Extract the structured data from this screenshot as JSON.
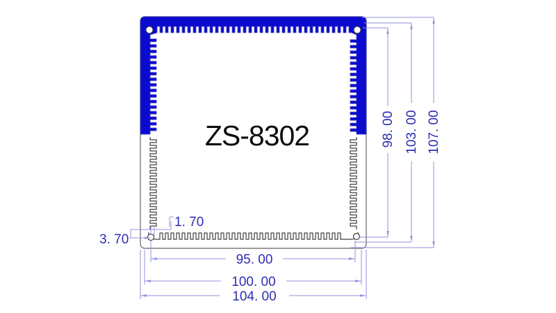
{
  "drawing": {
    "title": "ZS-8302",
    "background": "#ffffff",
    "profile_fill_color": "#0b0bd0",
    "outline_color": "#7a7a7a",
    "serration_color": "#3f3f3f",
    "dim_line_color": "#9090dc",
    "dim_text_color": "#2d2db4",
    "title_color": "#0d0d0d"
  },
  "dimensions": {
    "inner_height": {
      "label": "98. 00",
      "value": 98.0
    },
    "mid_height": {
      "label": "103. 00",
      "value": 103.0
    },
    "outer_height": {
      "label": "107. 00",
      "value": 107.0
    },
    "hole_span": {
      "label": "95. 00",
      "value": 95.0
    },
    "mid_width": {
      "label": "100. 00",
      "value": 100.0
    },
    "outer_width": {
      "label": "104. 00",
      "value": 104.0
    },
    "hole_detail_small": {
      "label": "1. 70",
      "value": 1.7
    },
    "hole_detail_large": {
      "label": "3. 70",
      "value": 3.7
    }
  }
}
